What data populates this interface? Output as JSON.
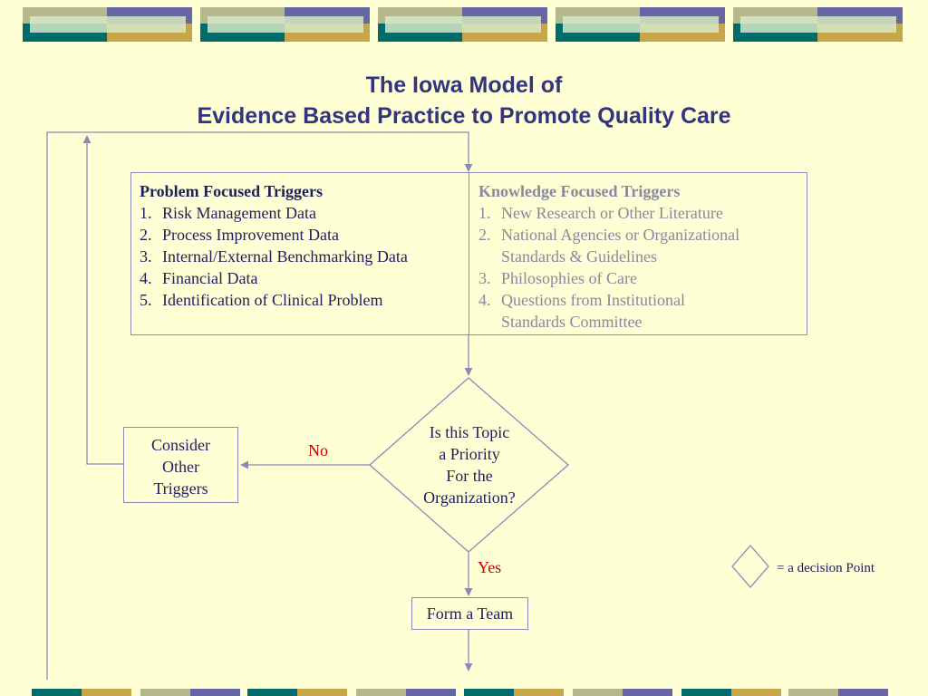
{
  "title": {
    "line1": "The Iowa Model of",
    "line2": "Evidence Based Practice to Promote Quality Care"
  },
  "problem_triggers": {
    "heading": "Problem Focused Triggers",
    "items": [
      {
        "num": "1.",
        "text": "Risk Management Data"
      },
      {
        "num": "2.",
        "text": "Process Improvement Data"
      },
      {
        "num": "3.",
        "text": "Internal/External Benchmarking Data"
      },
      {
        "num": "4.",
        "text": "Financial Data"
      },
      {
        "num": "5.",
        "text": "Identification of Clinical Problem"
      }
    ]
  },
  "knowledge_triggers": {
    "heading": "Knowledge Focused Triggers",
    "items": [
      {
        "num": "1.",
        "text": "New Research or Other Literature"
      },
      {
        "num": "2.",
        "text": "National Agencies or Organizational",
        "text2": "Standards & Guidelines"
      },
      {
        "num": "3.",
        "text": "Philosophies of Care"
      },
      {
        "num": "4.",
        "text": "Questions from Institutional",
        "text2": "Standards Committee"
      }
    ]
  },
  "decision": {
    "lines": [
      "Is this Topic",
      "a Priority",
      "For the",
      "Organization?"
    ]
  },
  "consider": {
    "lines": [
      "Consider",
      "Other",
      "Triggers"
    ]
  },
  "labels": {
    "no": "No",
    "yes": "Yes"
  },
  "form_team": "Form a Team",
  "legend": "= a decision Point",
  "colors": {
    "background": "#ffffd5",
    "title": "#33337f",
    "line": "#8a8ab8",
    "label_red": "#cc0000",
    "deco_purple": "#6666a6",
    "deco_olive": "#b5b88a",
    "deco_teal": "#006b6b",
    "deco_gold": "#c7a64a"
  }
}
